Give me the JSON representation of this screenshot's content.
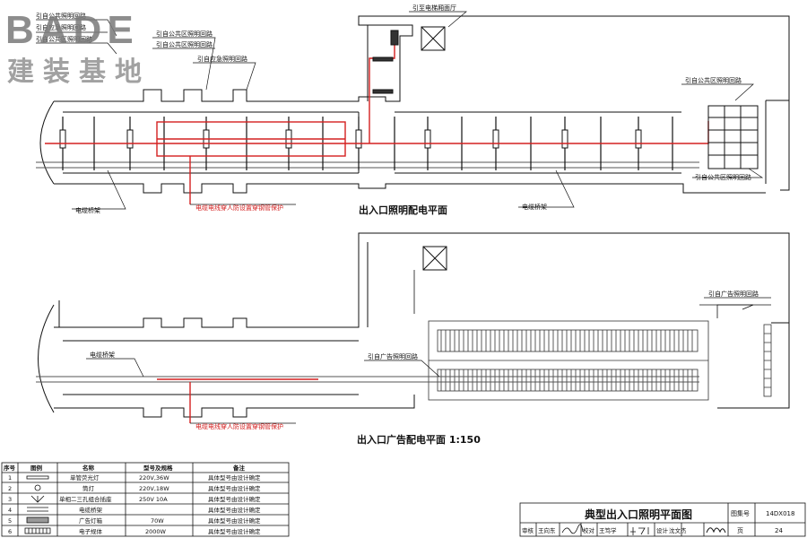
{
  "logo": {
    "main": "BADE",
    "sub": "建装基地"
  },
  "top_plan": {
    "title": "出入口照明配电平面",
    "labels": {
      "elevator_hall": "引至电梯厢面厅",
      "public_1": "引自公共照明回路",
      "emergency_1": "引自应急照明回路",
      "public_2": "引自公共区照明回路",
      "public_3": "引自公共区照明回路",
      "public_4": "引自公共区照明回路",
      "emergency_2": "引自应急照明回路",
      "public_right": "引自公共区照明回路",
      "public_right_low": "引自公共区照明回路",
      "tray_left": "电缆桥架",
      "tray_right": "电缆桥架",
      "conduit_note": "电缆电线穿人防设置穿钢管保护"
    }
  },
  "bottom_plan": {
    "title": "出入口广告配电平面  1:150",
    "labels": {
      "ad_right": "引自广告照明回路",
      "ad_center": "引自广告照明回路",
      "tray": "电缆桥架",
      "conduit_note": "电缆电线穿人防设置穿钢管保护"
    }
  },
  "legend": {
    "headers": [
      "序号",
      "图例",
      "名称",
      "型号及规格",
      "备注"
    ],
    "rows": [
      {
        "no": "1",
        "name": "单管荧光灯",
        "spec": "220V,36W",
        "note": "具体型号由设计确定"
      },
      {
        "no": "2",
        "name": "筒灯",
        "spec": "220V,18W",
        "note": "具体型号由设计确定"
      },
      {
        "no": "3",
        "name": "单相二三孔组合插座",
        "spec": "250V 10A",
        "note": "具体型号由设计确定"
      },
      {
        "no": "4",
        "name": "电缆桥架",
        "spec": "",
        "note": "具体型号由设计确定"
      },
      {
        "no": "5",
        "name": "广告灯箱",
        "spec": "70W",
        "note": "具体型号由设计确定"
      },
      {
        "no": "6",
        "name": "电子规体",
        "spec": "2000W",
        "note": "具体型号由设计确定"
      }
    ]
  },
  "title_block": {
    "title": "典型出入口照明平面图",
    "atlas_label": "图集号",
    "atlas_no": "14DX018",
    "review_label": "审核",
    "reviewer": "王向东",
    "check_label": "校对",
    "checker": "王笃学",
    "design_label": "设计",
    "designer": "沈文杰",
    "page_label": "页",
    "page_no": "24"
  },
  "colors": {
    "line": "#111111",
    "circuit": "#d42020",
    "fixture": "#555555"
  }
}
